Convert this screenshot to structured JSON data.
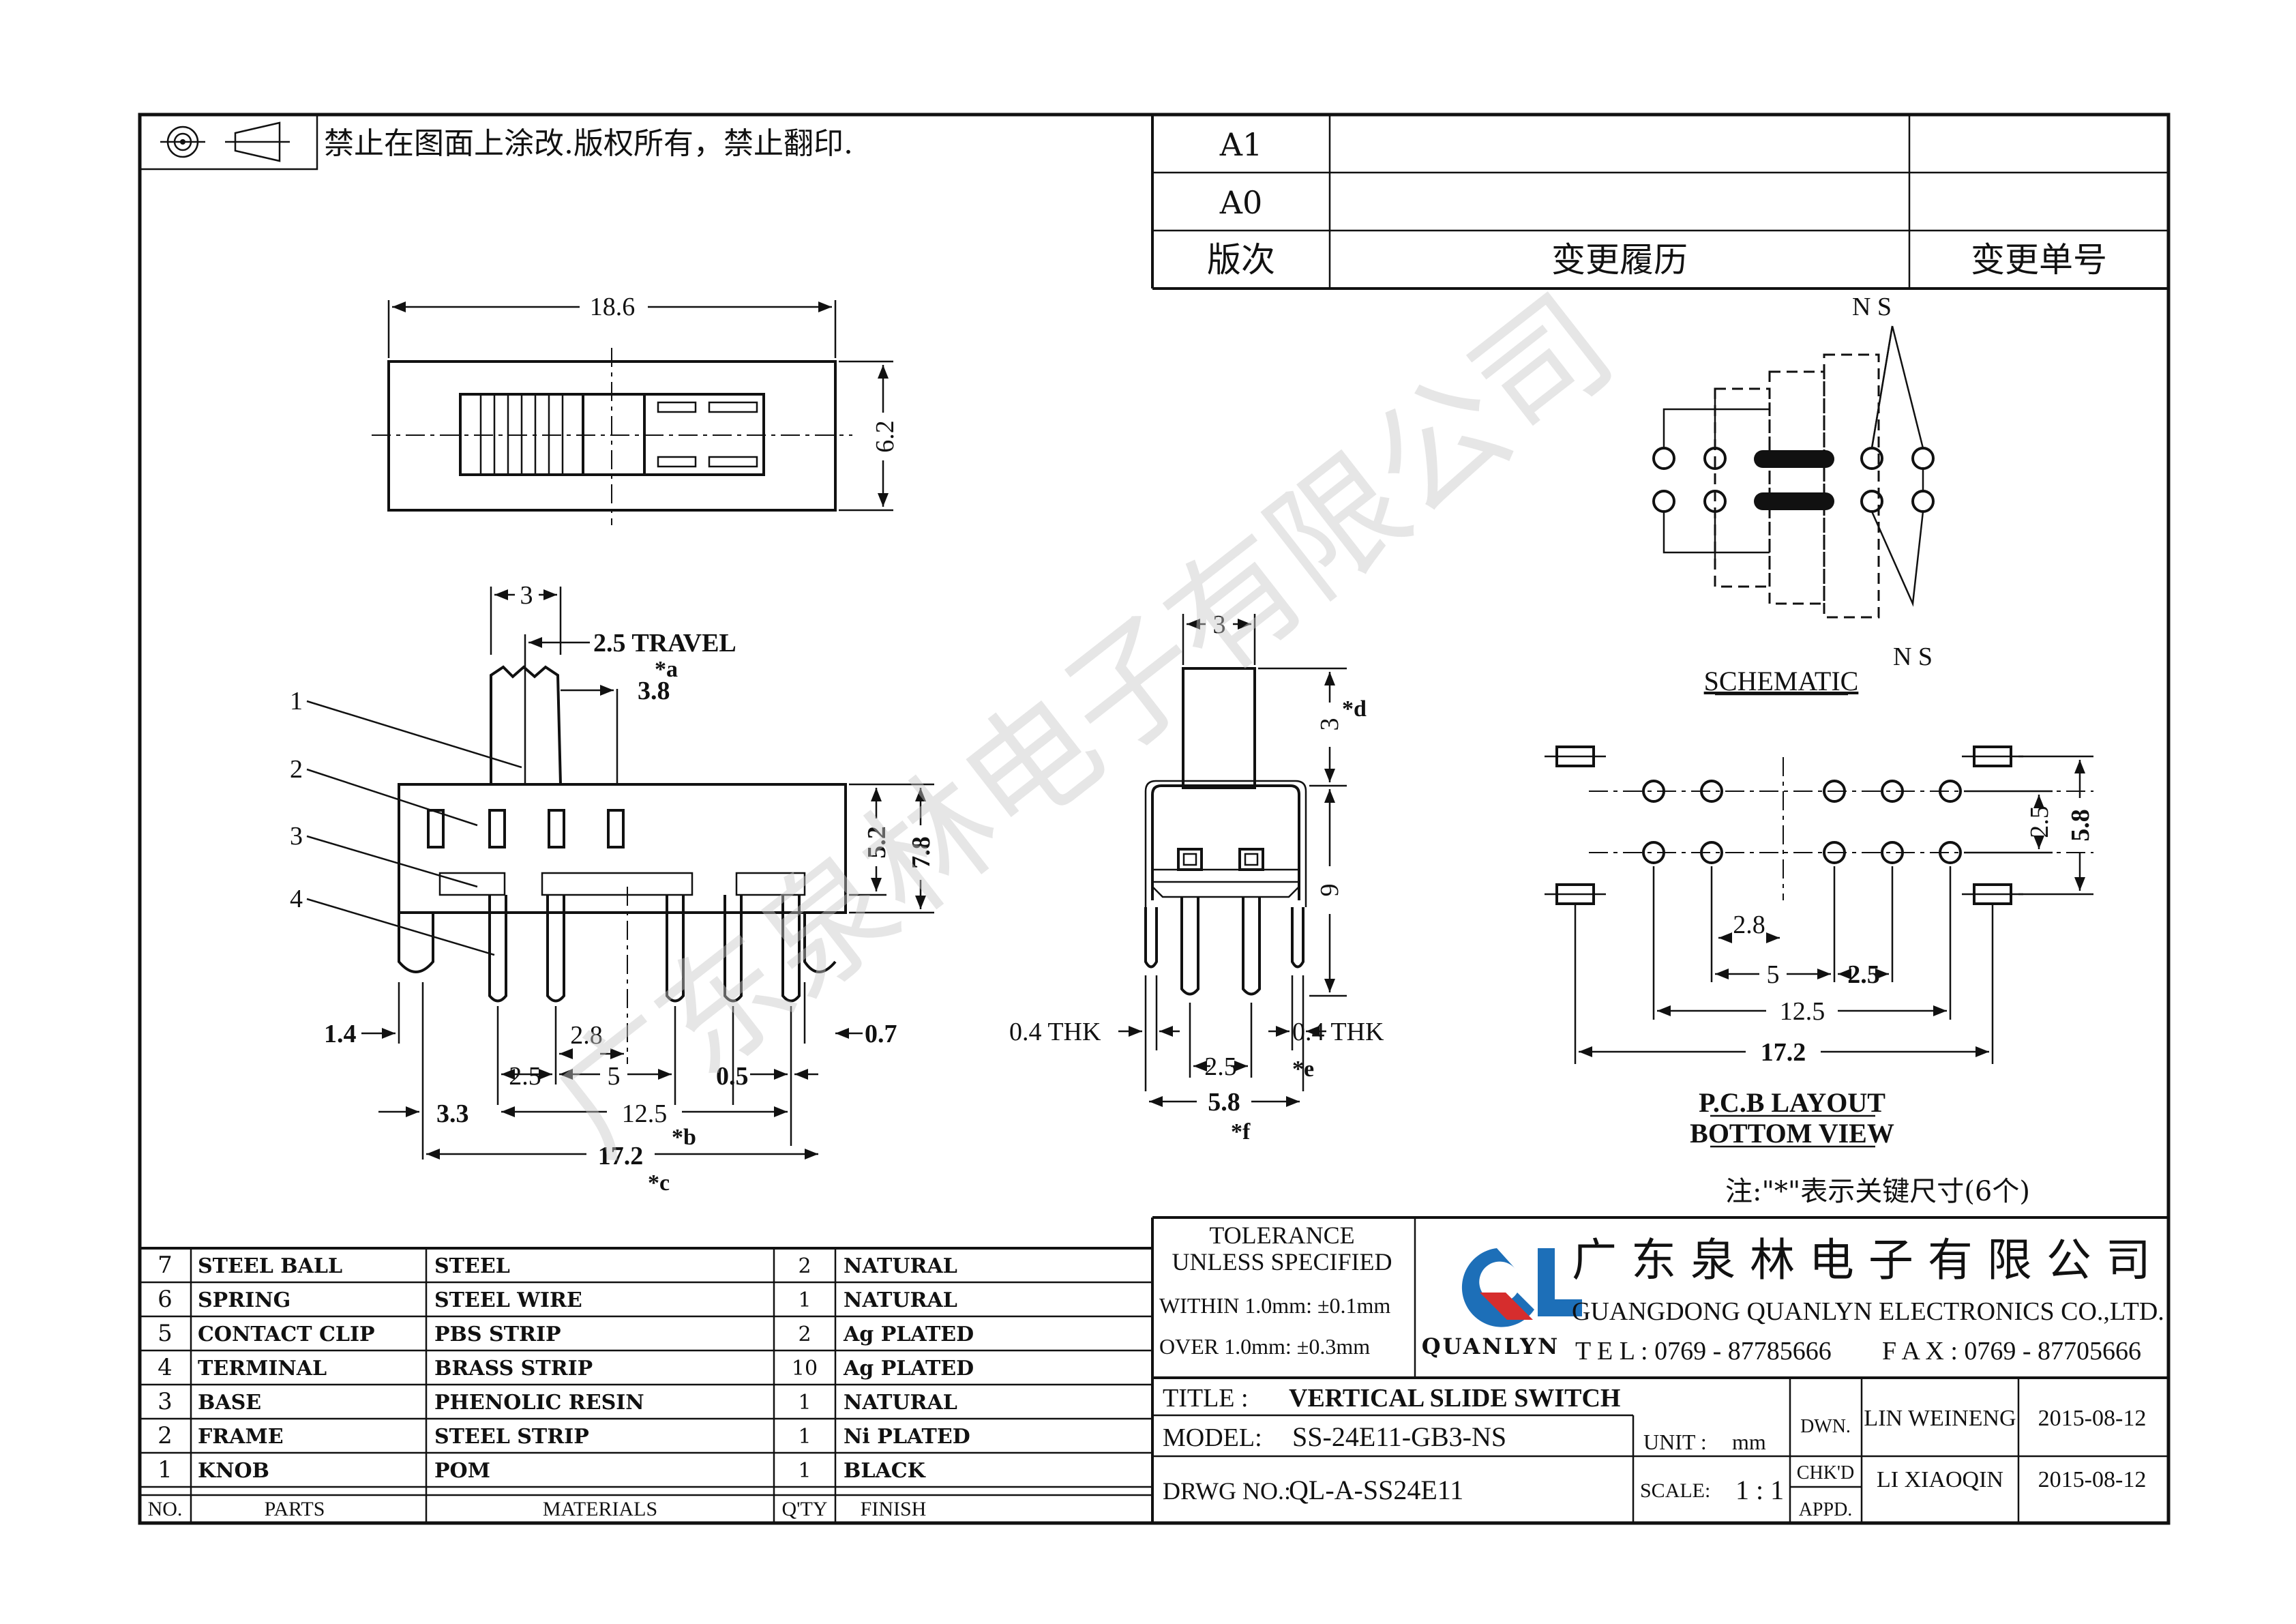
{
  "header": {
    "notice": "禁止在图面上涂改.版权所有，禁止翻印.",
    "revisions": [
      {
        "rev": "A1",
        "history": "",
        "number": ""
      },
      {
        "rev": "A0",
        "history": "",
        "number": ""
      }
    ],
    "rev_col": "版次",
    "history_col": "变更履历",
    "number_col": "变更单号"
  },
  "top_view": {
    "width": "18.6",
    "height": "6.2"
  },
  "side_view": {
    "knob_w": "3",
    "travel": "2.5 TRAVEL",
    "mark_a": "*a",
    "d38": "3.8",
    "d52": "5.2",
    "d78": "7.8",
    "d14": "1.4",
    "d07": "0.7",
    "d28": "2.8",
    "d25": "2.5",
    "d5": "5",
    "d05": "0.5",
    "d33": "3.3",
    "d125": "12.5",
    "mark_b": "*b",
    "d172": "17.2",
    "mark_c": "*c",
    "callouts": [
      "1",
      "2",
      "3",
      "4"
    ]
  },
  "end_view": {
    "d3": "3",
    "d3b": "3",
    "mark_d": "*d",
    "d9": "9",
    "thk_left": "0.4  THK",
    "thk_right": "0.4  THK",
    "d25": "2.5",
    "mark_e": "*e",
    "d58": "5.8",
    "mark_f": "*f"
  },
  "schematic": {
    "label": "SCHEMATIC",
    "ns": "N S",
    "ns_bottom": "N S"
  },
  "pcb": {
    "d25": "2.5",
    "d58": "5.8",
    "d28": "2.8",
    "d5": "5",
    "d25b": "2.5",
    "d125": "12.5",
    "d172": "17.2",
    "title1": "P.C.B  LAYOUT",
    "title2": "BOTTOM  VIEW"
  },
  "note": "注:\"*\"表示关键尺寸(6个)",
  "bom": {
    "rows": [
      {
        "no": "7",
        "part": "STEEL BALL",
        "material": "STEEL",
        "qty": "2",
        "finish": "NATURAL"
      },
      {
        "no": "6",
        "part": "SPRING",
        "material": "STEEL WIRE",
        "qty": "1",
        "finish": "NATURAL"
      },
      {
        "no": "5",
        "part": "CONTACT CLIP",
        "material": "PBS STRIP",
        "qty": "2",
        "finish": "Ag PLATED"
      },
      {
        "no": "4",
        "part": "TERMINAL",
        "material": "BRASS STRIP",
        "qty": "10",
        "finish": "Ag PLATED"
      },
      {
        "no": "3",
        "part": "BASE",
        "material": "PHENOLIC RESIN",
        "qty": "1",
        "finish": "NATURAL"
      },
      {
        "no": "2",
        "part": "FRAME",
        "material": "STEEL STRIP",
        "qty": "1",
        "finish": "Ni PLATED"
      },
      {
        "no": "1",
        "part": "KNOB",
        "material": "POM",
        "qty": "1",
        "finish": "BLACK"
      }
    ],
    "headers": {
      "no": "NO.",
      "part": "PARTS",
      "material": "MATERIALS",
      "qty": "Q'TY",
      "finish": "FINISH"
    }
  },
  "title_block": {
    "tol1": "TOLERANCE",
    "tol2": "UNLESS  SPECIFIED",
    "tol3": "WITHIN 1.0mm: ±0.1mm",
    "tol4": "OVER 1.0mm:   ±0.3mm",
    "company_cn": "广 东 泉 林 电 子 有 限 公 司",
    "company_en": "GUANGDONG  QUANLYN  ELECTRONICS  CO.,LTD.",
    "tel": "T E L : 0769 - 87785666",
    "fax": "F A X : 0769 - 87705666",
    "logo_text": "QUANLYN",
    "title_label": "TITLE :",
    "title_value": "VERTICAL  SLIDE  SWITCH",
    "model_label": "MODEL:",
    "model_value": "SS-24E11-GB3-NS",
    "drwg_label": "DRWG NO.:",
    "drwg_value": "QL-A-SS24E11",
    "unit_label": "UNIT :",
    "unit_value": "mm",
    "scale_label": "SCALE:",
    "scale_value": "1 : 1",
    "dwn": "DWN.",
    "chkd": "CHK'D",
    "appd": "APPD.",
    "dwn_name": "LIN WEINENG",
    "dwn_date": "2015-08-12",
    "chk_name": "LI XIAOQIN",
    "chk_date": "2015-08-12",
    "accent": "#1d6fb8",
    "logo_red": "#d62d2d"
  },
  "watermark": "广东泉林电子有限公司"
}
